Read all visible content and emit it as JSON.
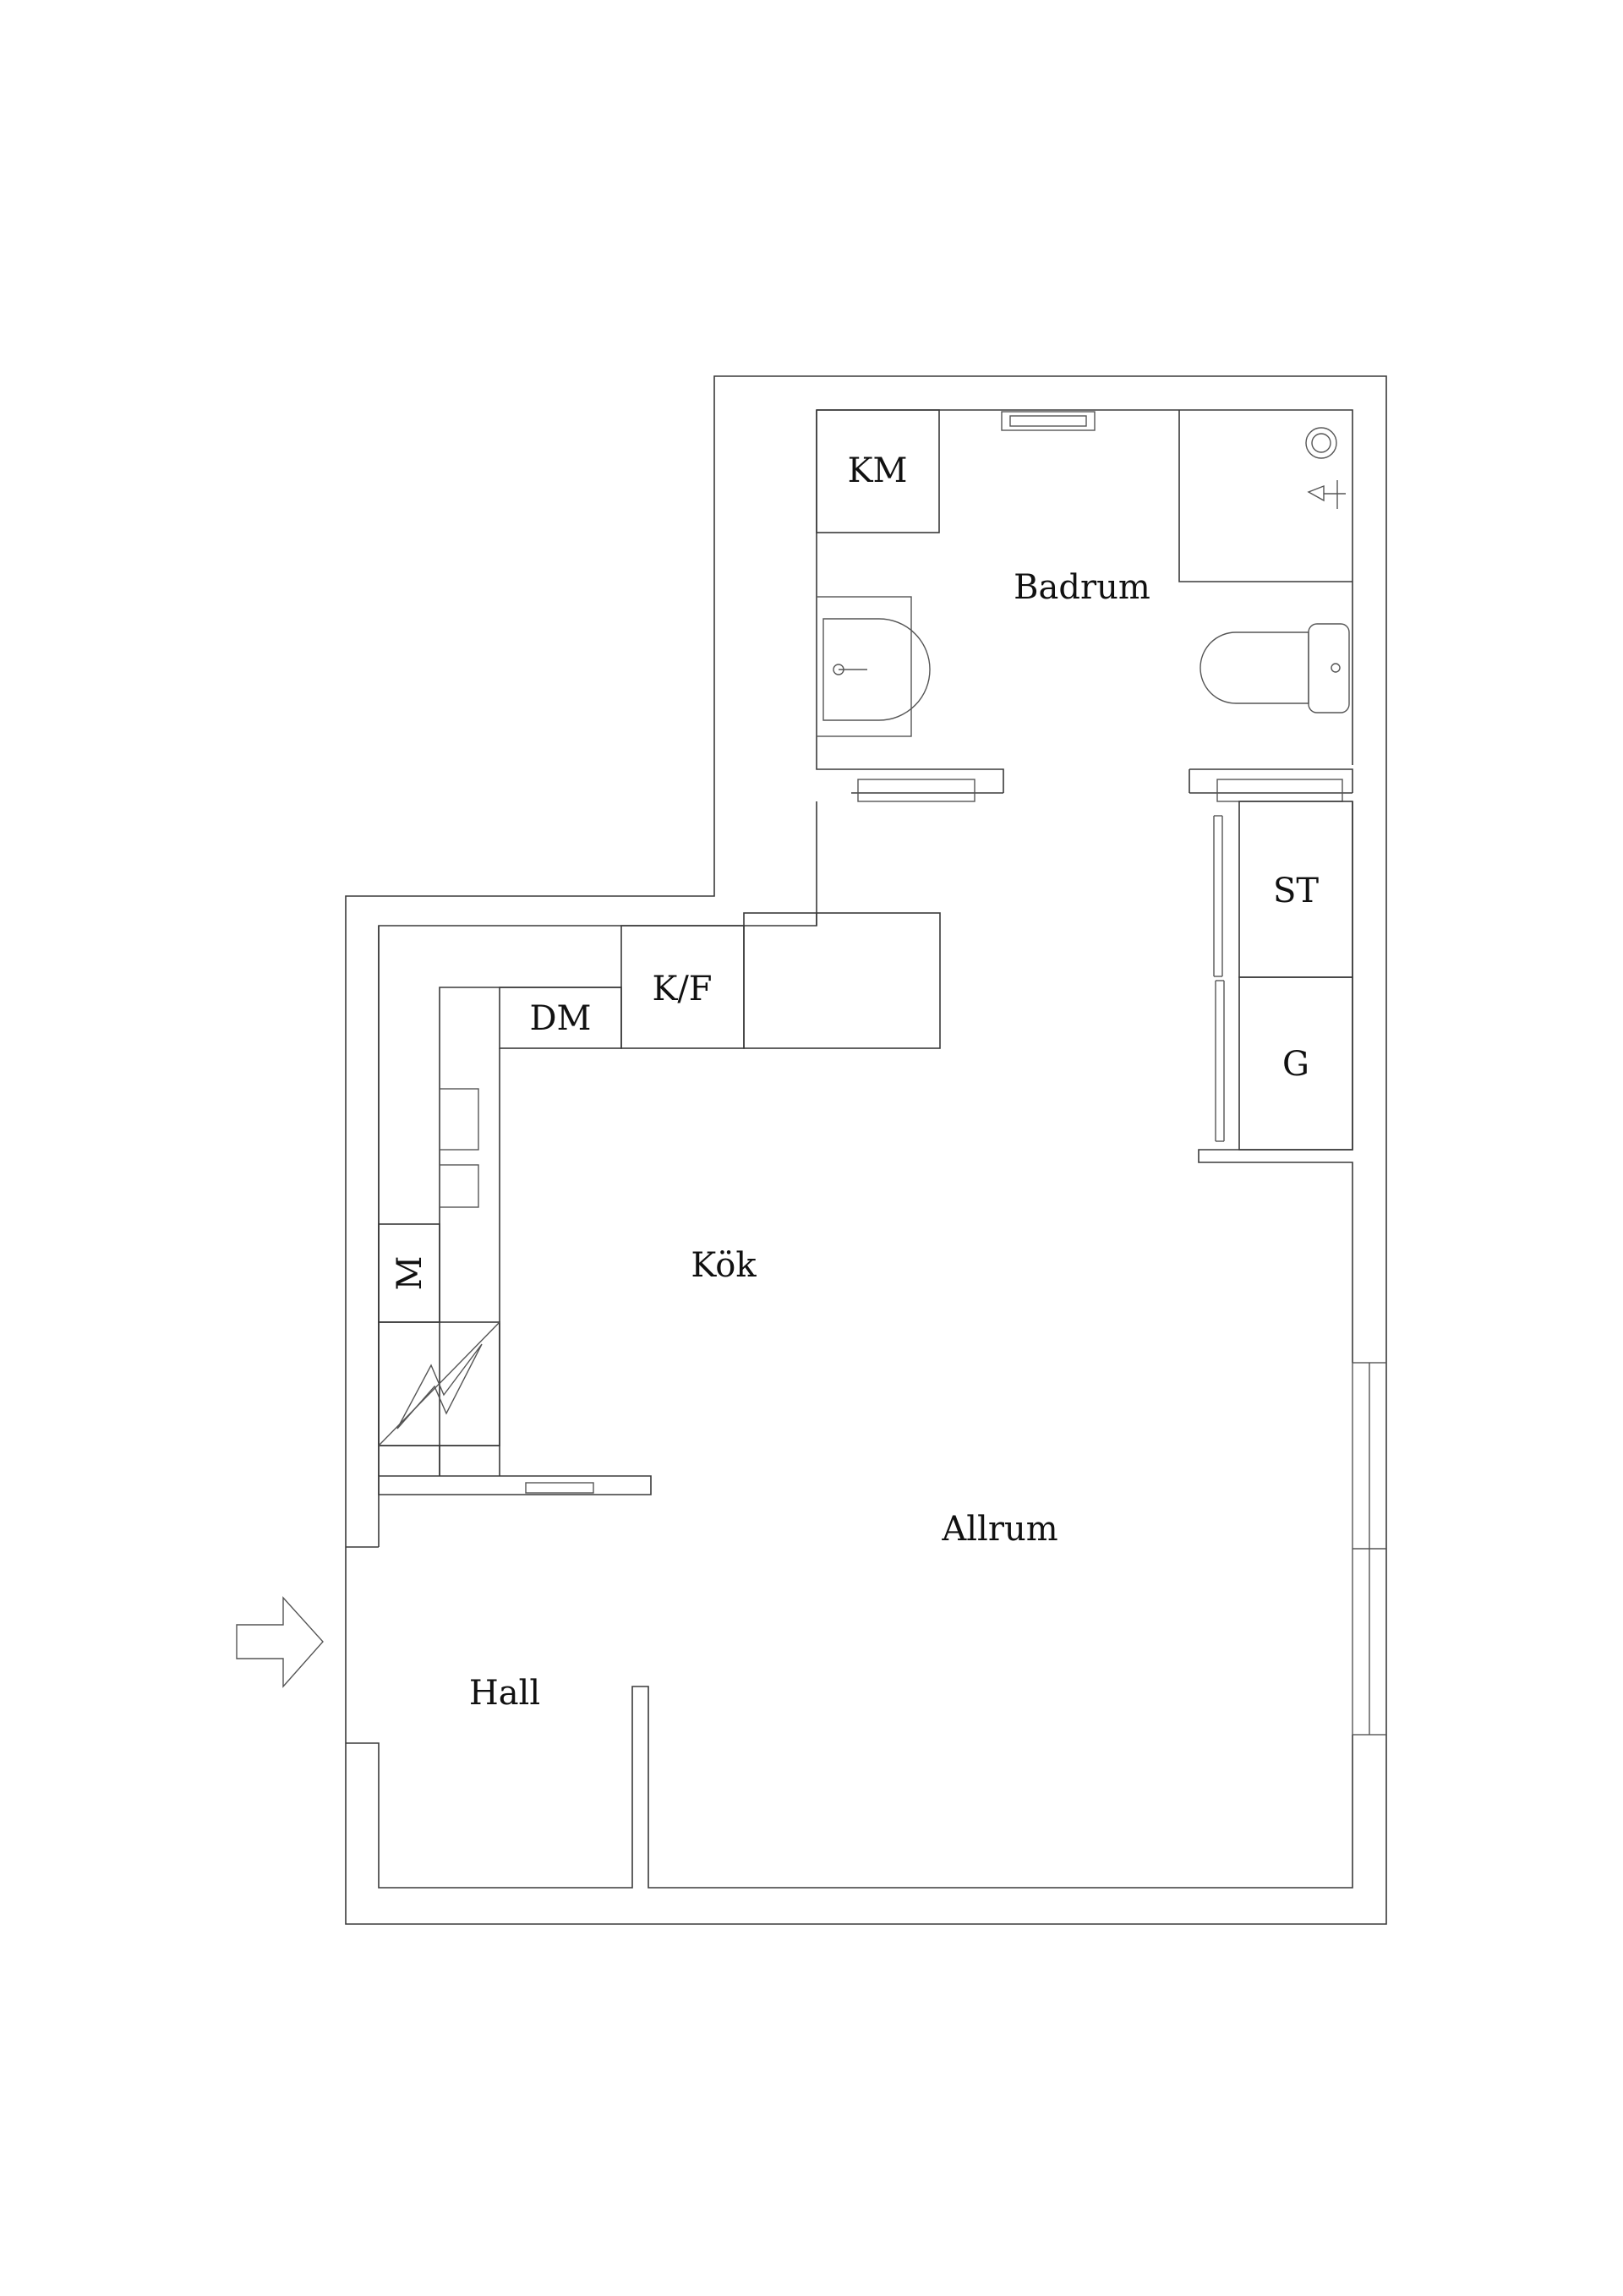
{
  "rooms": {
    "km": "KM",
    "badrum": "Badrum",
    "st": "ST",
    "g": "G",
    "kf": "K/F",
    "dm": "DM",
    "m": "M",
    "kok": "Kök",
    "allrum": "Allrum",
    "hall": "Hall"
  },
  "icons": {
    "entrance": "entrance-arrow-icon",
    "stove": "stove-lightning-icon",
    "sink": "washbasin-icon",
    "toilet": "toilet-icon",
    "shower": "shower-icon"
  },
  "colors": {
    "line": "#3a3a3a",
    "background": "#ffffff"
  }
}
